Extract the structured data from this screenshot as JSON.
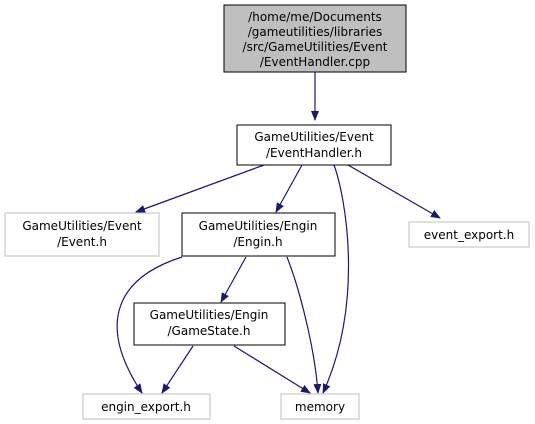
{
  "colors": {
    "edge": "#191970",
    "root_fill": "#bfbfbf",
    "node_border": "#000000",
    "external_border": "#bfbfbf",
    "text": "#000000"
  },
  "nodes": {
    "root": {
      "lines": [
        "/home/me/Documents",
        "/gameutilities/libraries",
        "/src/GameUtilities/Event",
        "/EventHandler.cpp"
      ]
    },
    "event_handler_h": {
      "lines": [
        "GameUtilities/Event",
        "/EventHandler.h"
      ]
    },
    "event_h": {
      "lines": [
        "GameUtilities/Event",
        "/Event.h"
      ]
    },
    "engin_h": {
      "lines": [
        "GameUtilities/Engin",
        "/Engin.h"
      ]
    },
    "event_export_h": {
      "lines": [
        "event_export.h"
      ]
    },
    "gamestate_h": {
      "lines": [
        "GameUtilities/Engin",
        "/GameState.h"
      ]
    },
    "engin_export_h": {
      "lines": [
        "engin_export.h"
      ]
    },
    "memory": {
      "lines": [
        "memory"
      ]
    }
  },
  "edges": [
    [
      "root",
      "event_handler_h"
    ],
    [
      "event_handler_h",
      "event_h"
    ],
    [
      "event_handler_h",
      "engin_h"
    ],
    [
      "event_handler_h",
      "event_export_h"
    ],
    [
      "event_handler_h",
      "memory"
    ],
    [
      "engin_h",
      "gamestate_h"
    ],
    [
      "engin_h",
      "engin_export_h"
    ],
    [
      "engin_h",
      "memory"
    ],
    [
      "gamestate_h",
      "engin_export_h"
    ],
    [
      "gamestate_h",
      "memory"
    ]
  ]
}
